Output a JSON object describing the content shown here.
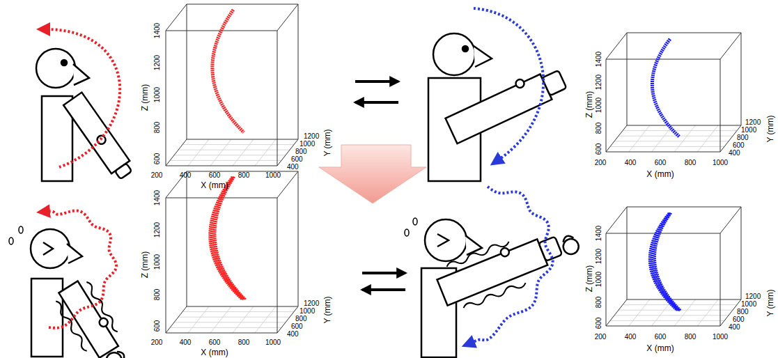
{
  "diagram": {
    "labels": [
      "Z (mm)",
      "1400",
      "1200",
      "1000",
      "800",
      "600",
      "200",
      "400",
      "600",
      "800",
      "1000",
      "X (mm)",
      "400",
      "600",
      "800",
      "1000",
      "1200",
      "Y (mm)",
      "Z (mm)",
      "1400",
      "1200",
      "1000",
      "800",
      "600",
      "200",
      "400",
      "600",
      "800",
      "1000",
      "X (mm)",
      "400",
      "600",
      "800",
      "1000",
      "1200",
      "Y (mm)",
      "Z (mm)",
      "1400",
      "1200",
      "1000",
      "800",
      "600",
      "200",
      "400",
      "600",
      "800",
      "1000",
      "X (mm)",
      "400",
      "600",
      "800",
      "1000",
      "1200",
      "Y (mm)",
      "Z (mm)",
      "1400",
      "1200",
      "1000",
      "800",
      "600",
      "200",
      "400",
      "600",
      "800",
      "1000",
      "X (mm)",
      "400",
      "600",
      "800",
      "1000",
      "1200",
      "Y (mm)"
    ]
  }
}
